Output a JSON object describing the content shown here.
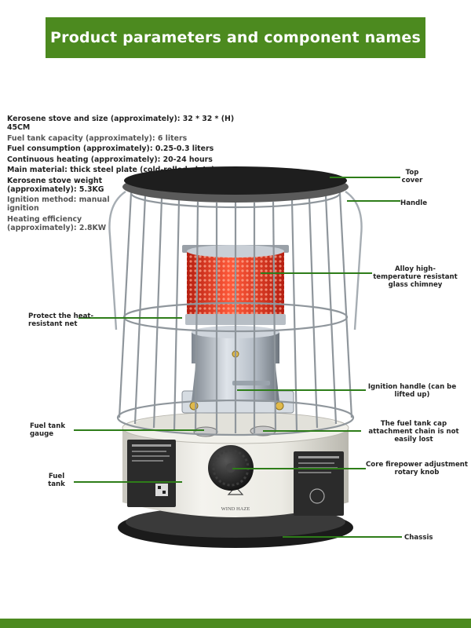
{
  "banner": {
    "title": "Product parameters and component names"
  },
  "specs": [
    "Kerosene stove and size (approximately): 32 * 32 * (H) 45CM",
    "Fuel tank capacity (approximately): 6 liters",
    "Fuel consumption (approximately): 0.25-0.3 liters",
    "Continuous heating (approximately): 20-24 hours",
    "Main material: thick steel plate (cold-rolled plate)",
    "Kerosene stove weight (approximately): 5.3KG",
    "Ignition method: manual ignition",
    "Heating efficiency (approximately): 2.8KW"
  ],
  "components": {
    "top_cover": "Top cover",
    "handle": "Handle",
    "chimney": "Alloy high-temperature resistant glass chimney",
    "heat_net": "Protect the heat-resistant net",
    "ignition_handle": "Ignition handle (can be lifted up)",
    "fuel_gauge": "Fuel tank gauge",
    "cap_chain": "The fuel tank cap attachment chain is not easily lost",
    "fuel_tank": "Fuel tank",
    "knob": "Core firepower adjustment rotary knob",
    "chassis": "Chassis"
  },
  "product": {
    "brand_mark": "WIND HAZE"
  },
  "colors": {
    "accent": "#4c8a1f",
    "flame": "#e8331c",
    "tank_body": "#efede6"
  }
}
